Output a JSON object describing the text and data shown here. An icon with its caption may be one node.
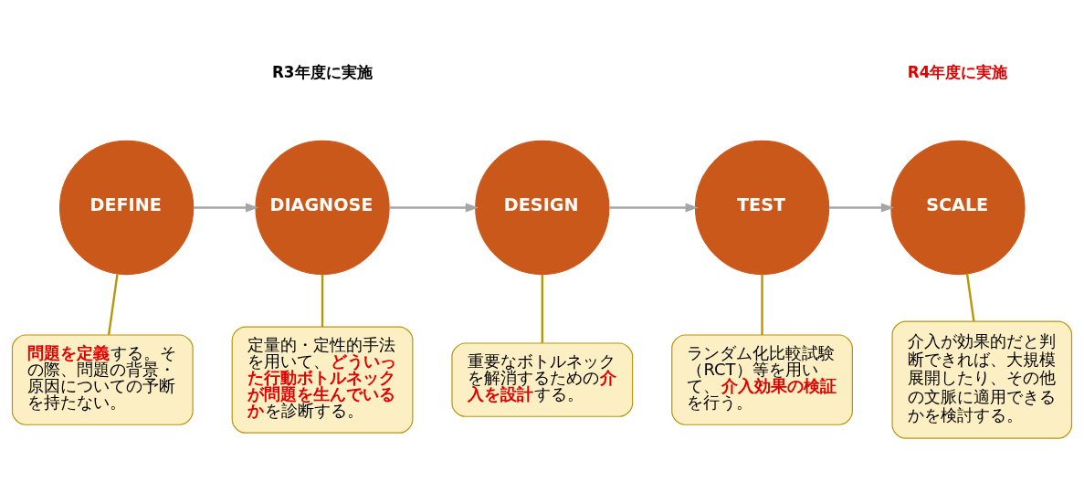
{
  "diagram": {
    "nodes": [
      {
        "text": [
          "DEFINE"
        ]
      },
      {
        "text": [
          "DIAGNOSE"
        ]
      },
      {
        "text": [
          "DESIGN"
        ]
      },
      {
        "text": [
          "TEST"
        ]
      },
      {
        "text": [
          "SCALE"
        ]
      },
      {
        "text": [
          "**問題を定義**する。その際、問題の背景・原因についての予断を持たない。"
        ]
      },
      {
        "text": [
          "定量的・定性的手法を用いて、**どういった行動ボトルネックが問題を生んでいるか**を診断する。"
        ]
      },
      {
        "text": [
          "重要なボトルネックを解消するための**介入を設計**する。"
        ]
      },
      {
        "text": [
          "ランダム化比較試験（RCT）等を用いて、**介入効果の検証**を行う。"
        ]
      },
      {
        "text": [
          "介入が効果的だと判断できれば、大規模展開したり、その他の文脈に適用できるかを検討する。"
        ]
      }
    ],
    "edges": [
      {
        "from": 0,
        "to": 1,
        "arrow": "to",
        "color": "#a6a6a6"
      },
      {
        "from": 1,
        "to": 2,
        "arrow": "to",
        "color": "#a6a6a6"
      },
      {
        "from": 2,
        "to": 3,
        "arrow": "to",
        "color": "#a6a6a6"
      },
      {
        "from": 3,
        "to": 4,
        "arrow": "to",
        "color": "#a6a6a6"
      },
      {
        "from": 5,
        "to": 0,
        "arrow": "none"
      },
      {
        "from": 6,
        "to": 1,
        "arrow": "none"
      },
      {
        "from": 7,
        "to": 2,
        "arrow": "none"
      },
      {
        "from": 8,
        "to": 3,
        "arrow": "none"
      },
      {
        "from": 9,
        "to": 4,
        "arrow": "none"
      }
    ],
    "labels": [
      "R3年度に実施",
      "R4年度に実施"
    ]
  }
}
